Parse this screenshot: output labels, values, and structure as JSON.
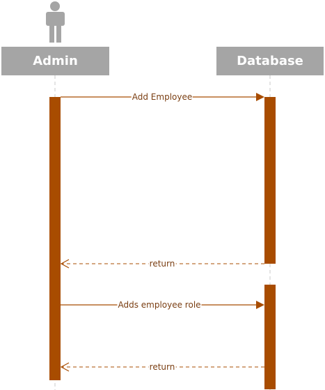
{
  "actors": [
    {
      "name": "Admin",
      "kind": "actor"
    },
    {
      "name": "Database",
      "kind": "participant"
    }
  ],
  "messages": [
    {
      "label": "Add Employee",
      "from": "Admin",
      "to": "Database",
      "style": "solid"
    },
    {
      "label": "return",
      "from": "Database",
      "to": "Admin",
      "style": "dashed"
    },
    {
      "label": "Adds employee role",
      "from": "Admin",
      "to": "Database",
      "style": "solid"
    },
    {
      "label": "return",
      "from": "Database",
      "to": "Admin",
      "style": "dashed"
    }
  ],
  "colors": {
    "header_fill": "#a5a5a5",
    "activation": "#a84c00",
    "arrow": "#a84c00",
    "actor_icon": "#a5a5a5",
    "lifeline": "#c8c8c8"
  }
}
